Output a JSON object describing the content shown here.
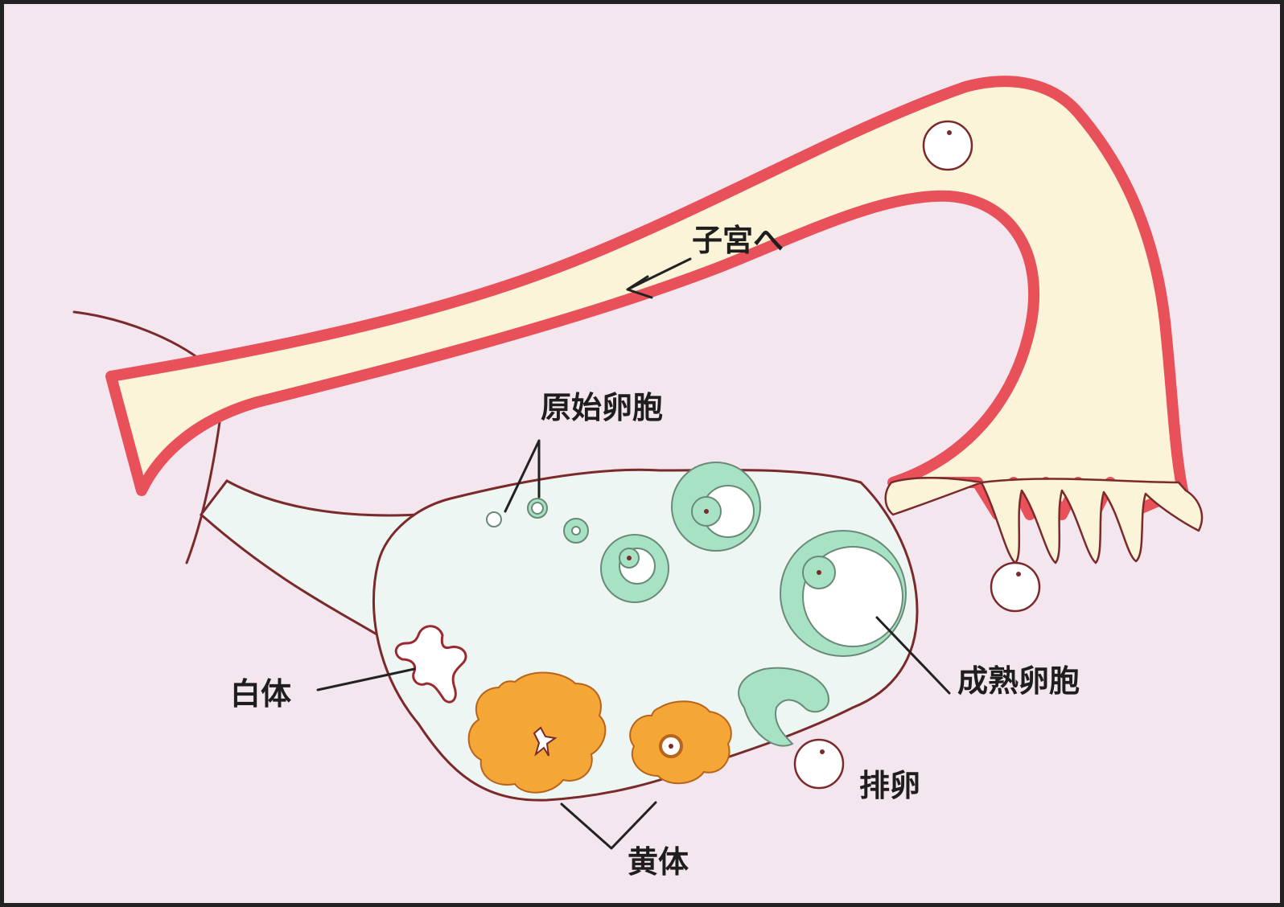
{
  "labels": {
    "to_uterus": "子宮へ",
    "primordial_follicle": "原始卵胞",
    "mature_follicle": "成熟卵胞",
    "corpus_albicans": "白体",
    "corpus_luteum": "黄体",
    "ovulation": "排卵"
  },
  "colors": {
    "background": "#f4e6ee",
    "tube_wall": "#e8505a",
    "tube_fill": "#fbf4d8",
    "ovary_fill": "#eef6f3",
    "follicle": "#a8e2c4",
    "corpus_luteum": "#f4a636",
    "outline": "#7a2a2a"
  }
}
